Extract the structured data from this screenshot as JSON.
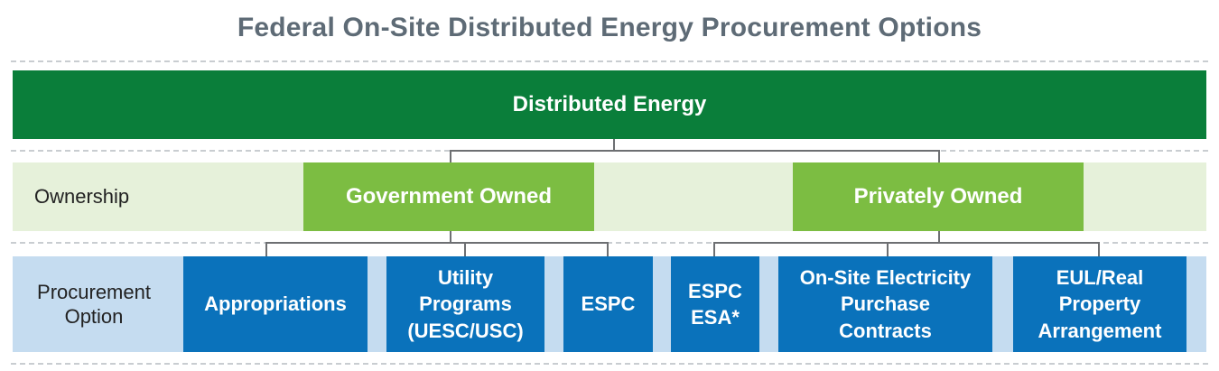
{
  "title": "Federal On-Site Distributed Energy Procurement Options",
  "top_node": "Distributed Energy",
  "rows": {
    "ownership": "Ownership",
    "procurement": "Procurement\nOption"
  },
  "ownership_nodes": {
    "government": "Government Owned",
    "private": "Privately Owned"
  },
  "procurement_nodes": {
    "appropriations": "Appropriations",
    "utility_programs": "Utility\nPrograms\n(UESC/USC)",
    "espc": "ESPC",
    "espc_esa": "ESPC\nESA*",
    "onsite_ppa": "On-Site Electricity\nPurchase\nContracts",
    "eul": "EUL/Real\nProperty\nArrangement"
  },
  "colors": {
    "top_band": "#0a7e3a",
    "ownership_band": "#e6f1da",
    "ownership_box": "#7cbd42",
    "procurement_band": "#c5dcf0",
    "procurement_box": "#0a72bb",
    "title_text": "#5e6b76",
    "connector": "#6d6f72"
  }
}
